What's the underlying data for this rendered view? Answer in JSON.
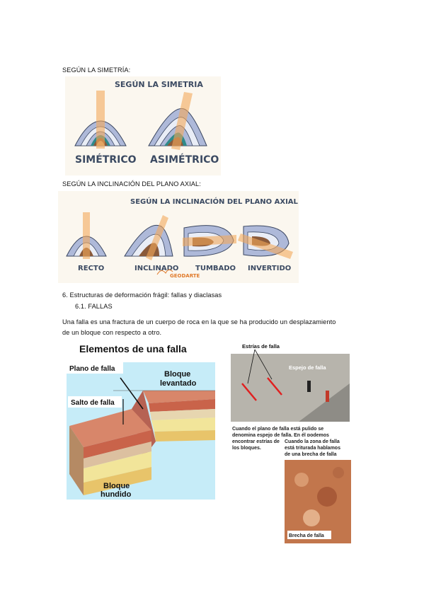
{
  "sections": {
    "symmetry_heading": "SEGÚN LA SIMETRÍA:",
    "inclination_heading": "SEGÚN LA INCLINACIÓN DEL PLANO AXIAL:",
    "item6": "6.    Estructuras de deformación frágil: fallas y diaclasas",
    "item61": "6.1.  FALLAS",
    "paragraph_line1": "Una falla es una fractura de un cuerpo de roca en la que se ha producido un desplazamiento",
    "paragraph_line2": "de un bloque con respecto a otro."
  },
  "fig_symmetry": {
    "title": "SEGÚN LA SIMETRIA",
    "labels": [
      "SIMÉTRICO",
      "ASIMÉTRICO"
    ]
  },
  "fig_inclination": {
    "title": "SEGÚN LA INCLINACIÓN DEL PLANO AXIAL",
    "labels": [
      "RECTO",
      "INCLINADO",
      "TUMBADO",
      "INVERTIDO"
    ],
    "watermark": "GEODARTE"
  },
  "fig_fault": {
    "title": "Elementos de una falla",
    "plano": "Plano de falla",
    "bloque_levantado_1": "Bloque",
    "bloque_levantado_2": "levantado",
    "salto": "Salto de falla",
    "bloque_hundido_1": "Bloque",
    "bloque_hundido_2": "hundido"
  },
  "fig_photos": {
    "estrias": "Estrías de falla",
    "espejo": "Espejo de falla",
    "caption1_l1": "Cuando el plano de falla está pulido se",
    "caption1_l2": "denomina espejo de falla. En él podemos",
    "caption1_l3": "encontrar estrías de",
    "caption1_l4": "los bloques.",
    "caption2_l1": "Cuando la zona de falla",
    "caption2_l2": "está triturada hablamos",
    "caption2_l3": "de una brecha de falla",
    "brecha": "Brecha de falla"
  },
  "colors": {
    "fold_blue": "#aeb9d9",
    "fold_brown": "#8a5a3a",
    "axial_orange": "#f4a85a",
    "sky": "#c6ecf8"
  }
}
